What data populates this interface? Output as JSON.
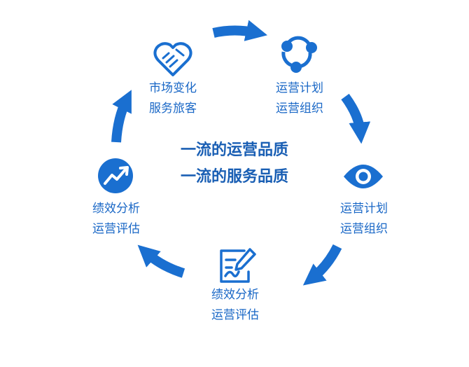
{
  "center": {
    "line1": "一流的运营品质",
    "line2": "一流的服务品质"
  },
  "nodes": [
    {
      "id": "top-left",
      "icon": "handshake-heart-icon",
      "line1": "市场变化",
      "line2": "服务旅客"
    },
    {
      "id": "top-right",
      "icon": "network-nodes-icon",
      "line1": "运营计划",
      "line2": "运营组织"
    },
    {
      "id": "right",
      "icon": "eye-icon",
      "line1": "运营计划",
      "line2": "运营组织"
    },
    {
      "id": "bottom",
      "icon": "document-pen-icon",
      "line1": "绩效分析",
      "line2": "运营评估"
    },
    {
      "id": "left",
      "icon": "trend-chart-icon",
      "line1": "绩效分析",
      "line2": "运营评估"
    }
  ],
  "colors": {
    "primary": "#1a6fd0",
    "text": "#1967c6"
  }
}
